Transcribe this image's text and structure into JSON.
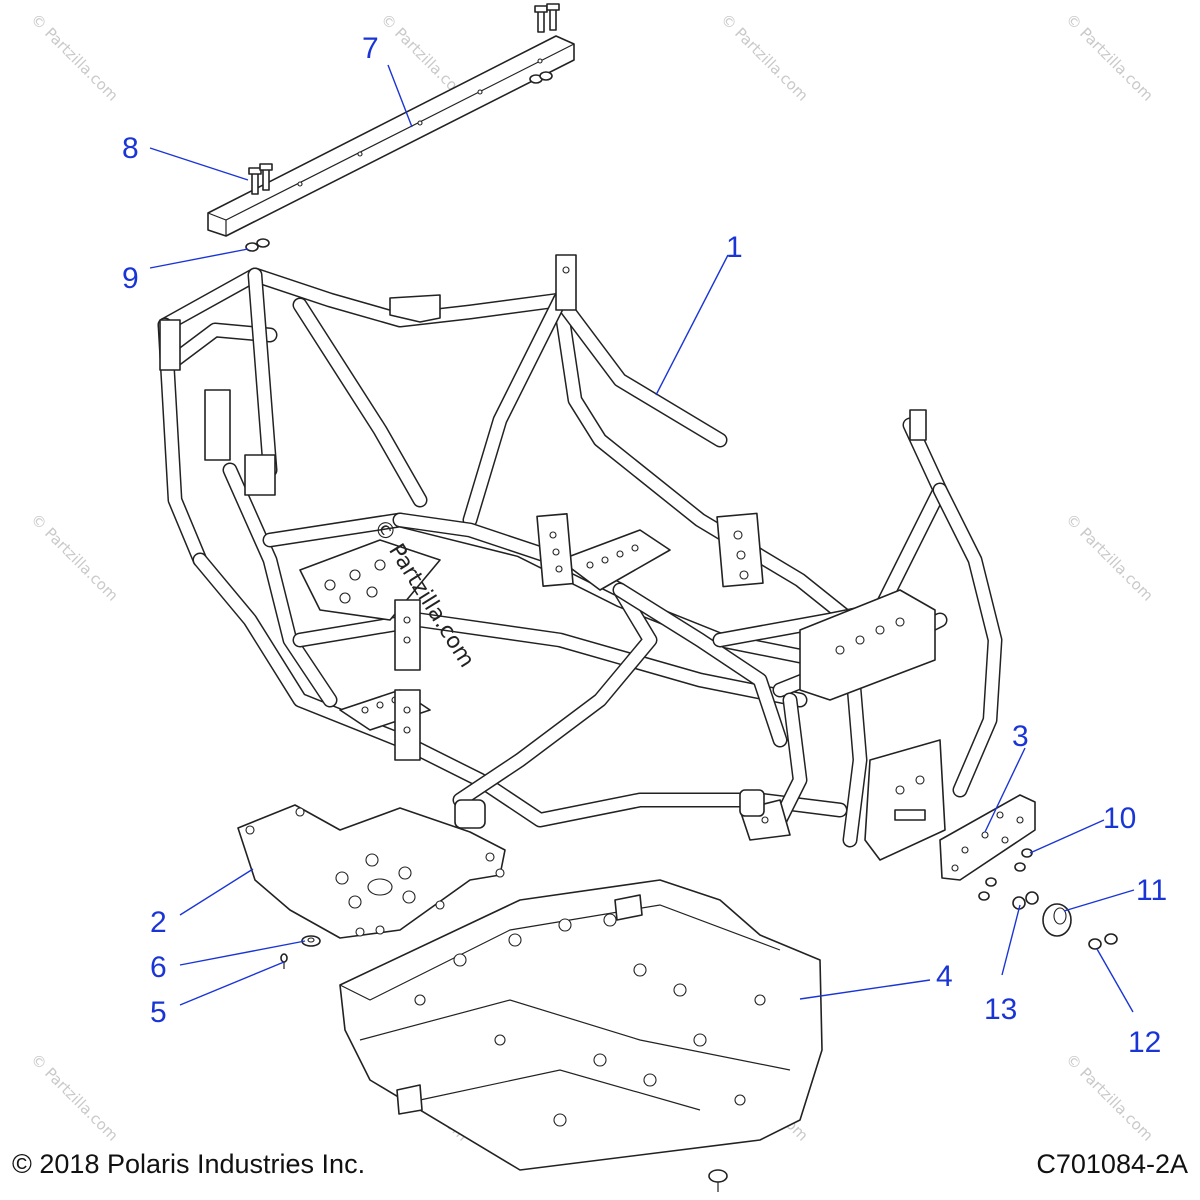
{
  "callouts": {
    "c1": "1",
    "c2": "2",
    "c3": "3",
    "c4": "4",
    "c5": "5",
    "c6": "6",
    "c7": "7",
    "c8": "8",
    "c9": "9",
    "c10": "10",
    "c11": "11",
    "c12": "12",
    "c13": "13"
  },
  "footer": {
    "copyright": "© 2018 Polaris Industries Inc.",
    "diagram_id": "C701084-2A"
  },
  "watermark": {
    "text": "© Partzilla.com"
  },
  "colors": {
    "callout": "#1a35d6",
    "line_art": "#222222",
    "watermark": "#c9c9c9",
    "background": "#ffffff"
  }
}
